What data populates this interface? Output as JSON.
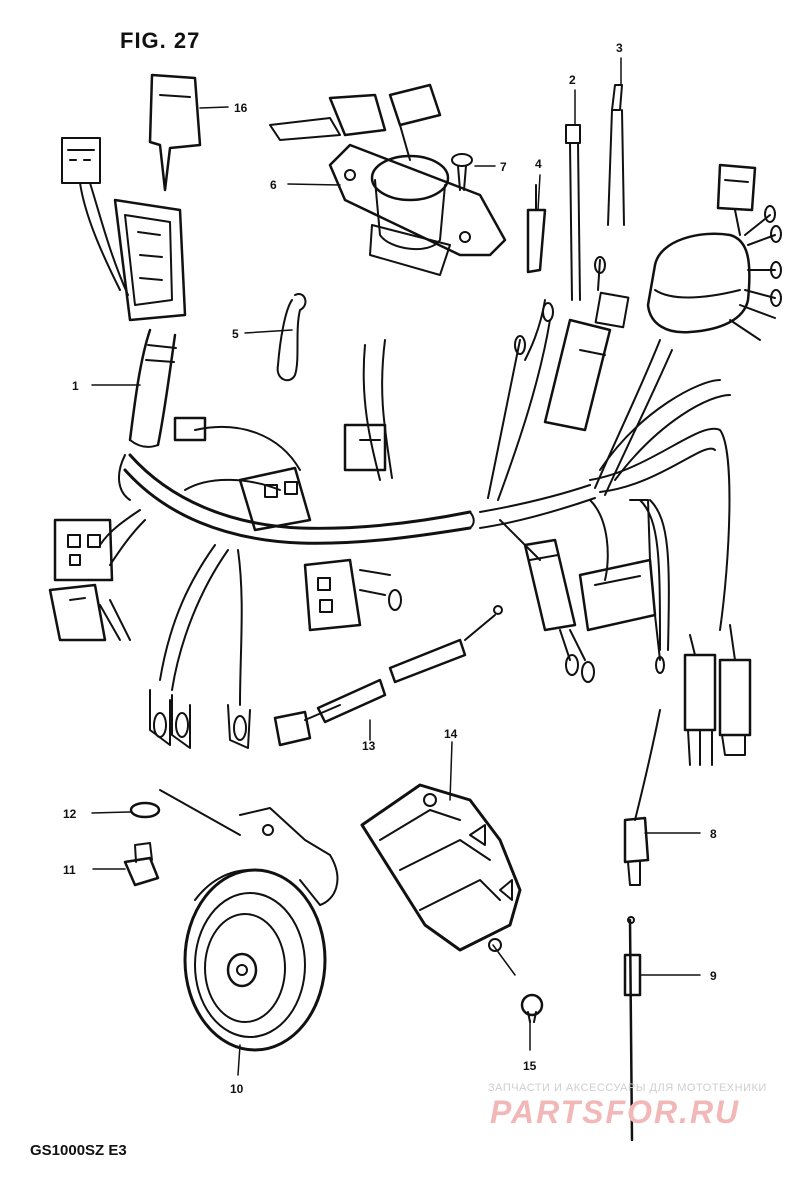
{
  "figure": {
    "title": "FIG. 27",
    "model": "GS1000SZ  E3"
  },
  "watermark": {
    "tagline": "ЗАПЧАСТИ И АКСЕССУАРЫ ДЛЯ МОТОТЕХНИКИ",
    "logo": "PARTSFOR.RU"
  },
  "callouts": [
    "1",
    "2",
    "3",
    "4",
    "5",
    "6",
    "7",
    "8",
    "9",
    "10",
    "11",
    "12",
    "13",
    "14",
    "15",
    "16"
  ],
  "colors": {
    "ink": "#111111",
    "paper": "#ffffff",
    "watermark": "#f2b8b8"
  }
}
